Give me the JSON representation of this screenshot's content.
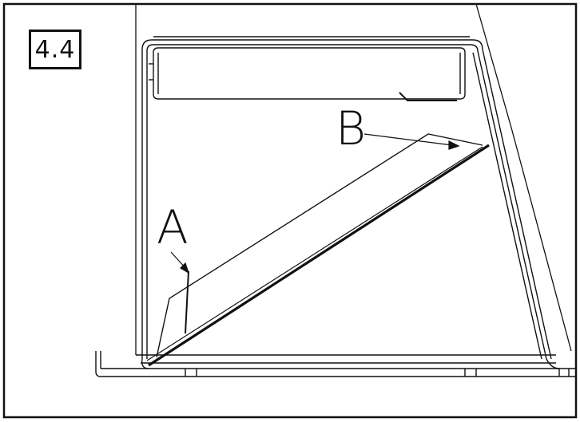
{
  "figure": {
    "step_number": "4.4",
    "callouts": {
      "a": "A",
      "b": "B"
    }
  },
  "colors": {
    "line": "#111111",
    "background": "#ffffff"
  }
}
